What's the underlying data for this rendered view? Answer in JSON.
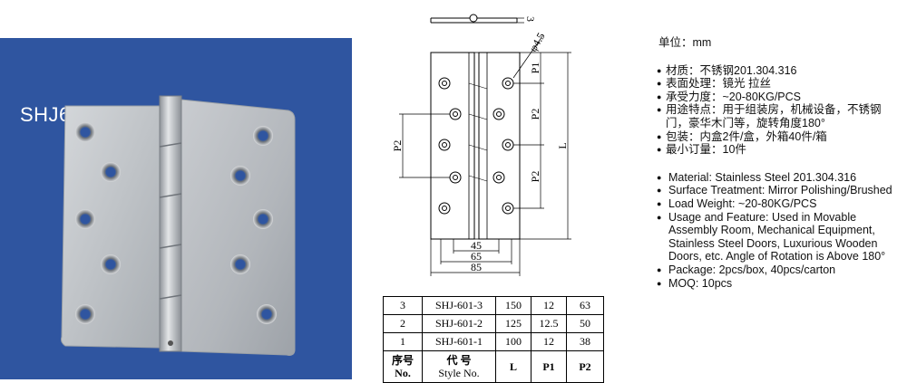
{
  "photo": {
    "model": "SHJ60100M",
    "background_color": "#2f55a0"
  },
  "drawing": {
    "thickness_label": "3",
    "hole_label": "φ4.5",
    "p1_label": "P1",
    "p2_label_right_top": "P2",
    "p2_label_left": "P2",
    "p2_label_right_bottom": "P2",
    "length_label": "L",
    "width_45": "45",
    "width_65": "65",
    "width_85": "85"
  },
  "table": {
    "rows": [
      {
        "no": "3",
        "style": "SHJ-601-3",
        "L": "150",
        "P1": "12",
        "P2": "63"
      },
      {
        "no": "2",
        "style": "SHJ-601-2",
        "L": "125",
        "P1": "12.5",
        "P2": "50"
      },
      {
        "no": "1",
        "style": "SHJ-601-1",
        "L": "100",
        "P1": "12",
        "P2": "38"
      }
    ],
    "header": {
      "no_cn": "序号",
      "no_en": "No.",
      "style_cn": "代 号",
      "style_en": "Style No.",
      "L": "L",
      "P1": "P1",
      "P2": "P2"
    }
  },
  "specs": {
    "unit": "单位：mm",
    "cn": [
      "材质：不锈钢201.304.316",
      "表面处理：镜光 拉丝",
      "承受力度：~20-80KG/PCS",
      "用途特点：用于组装房，机械设备，不锈钢门，豪华木门等，旋转角度180°",
      "包装：内盒2件/盒，外箱40件/箱",
      "最小订量：10件"
    ],
    "en": [
      "Material: Stainless Steel 201.304.316",
      "Surface Treatment: Mirror Polishing/Brushed",
      "Load Weight: ~20-80KG/PCS",
      "Usage and Feature: Used in Movable Assembly Room, Mechanical Equipment, Stainless Steel Doors, Luxurious Wooden Doors, etc. Angle of Rotation is Above 180°",
      "Package: 2pcs/box, 40pcs/carton",
      "MOQ: 10pcs"
    ]
  }
}
